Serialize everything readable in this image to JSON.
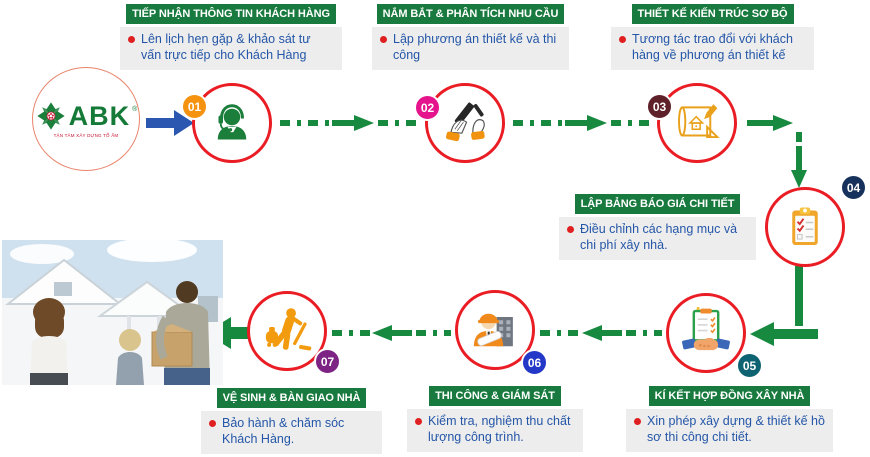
{
  "logo": {
    "brand": "ABK",
    "reg": "®",
    "tagline": "TẬN TÂM XÂY DỰNG TỔ ẤM"
  },
  "steps": [
    {
      "id": "01",
      "title": "TIẾP NHẬN THÔNG TIN KHÁCH HÀNG",
      "description": "Lên lịch hẹn gặp & khảo sát tư vấn trực tiếp cho Khách Hàng",
      "badge_color": "#f5920f",
      "icon": "support-agent-icon"
    },
    {
      "id": "02",
      "title": "NẮM BẮT & PHÂN TÍCH NHU CẦU",
      "description": "Lập phương án thiết kế và thi công",
      "badge_color": "#e5148c",
      "icon": "drafting-hands-icon"
    },
    {
      "id": "03",
      "title": "THIẾT KẾ KIẾN TRÚC SƠ BỘ",
      "description": "Tương tác trao đổi với khách hàng về phương án thiết kế",
      "badge_color": "#5e2129",
      "icon": "blueprint-icon"
    },
    {
      "id": "04",
      "title": "LẬP BẢNG BÁO GIÁ CHI TIẾT",
      "description": "Điều chỉnh các hạng mục và chi phí xây nhà.",
      "badge_color": "#16325c",
      "icon": "checklist-clipboard-icon"
    },
    {
      "id": "05",
      "title": "KÍ KẾT HỢP ĐỒNG XÂY NHÀ",
      "description": "Xin phép xây dựng & thiết kế hồ sơ thi công chi tiết.",
      "badge_color": "#0e6373",
      "icon": "contract-handshake-icon"
    },
    {
      "id": "06",
      "title": "THI CÔNG & GIÁM SÁT",
      "description": "Kiểm tra, nghiệm thu chất lượng công trình.",
      "badge_color": "#2438c8",
      "icon": "construction-engineer-icon"
    },
    {
      "id": "07",
      "title": "VỆ SINH & BÀN GIAO NHÀ",
      "description": "Bảo hành & chăm sóc Khách Hàng.",
      "badge_color": "#7d2384",
      "icon": "cleaning-vacuum-icon"
    }
  ],
  "colors": {
    "header_green": "#187a3e",
    "arrow_green": "#178a3f",
    "arrow_blue": "#2b57b0",
    "body_bg": "#ededed",
    "body_text": "#2456a8",
    "bullet_red": "#e02020",
    "circle_red": "#ea1c24",
    "icon_green": "#1b7e3a",
    "icon_orange": "#f09a12"
  }
}
